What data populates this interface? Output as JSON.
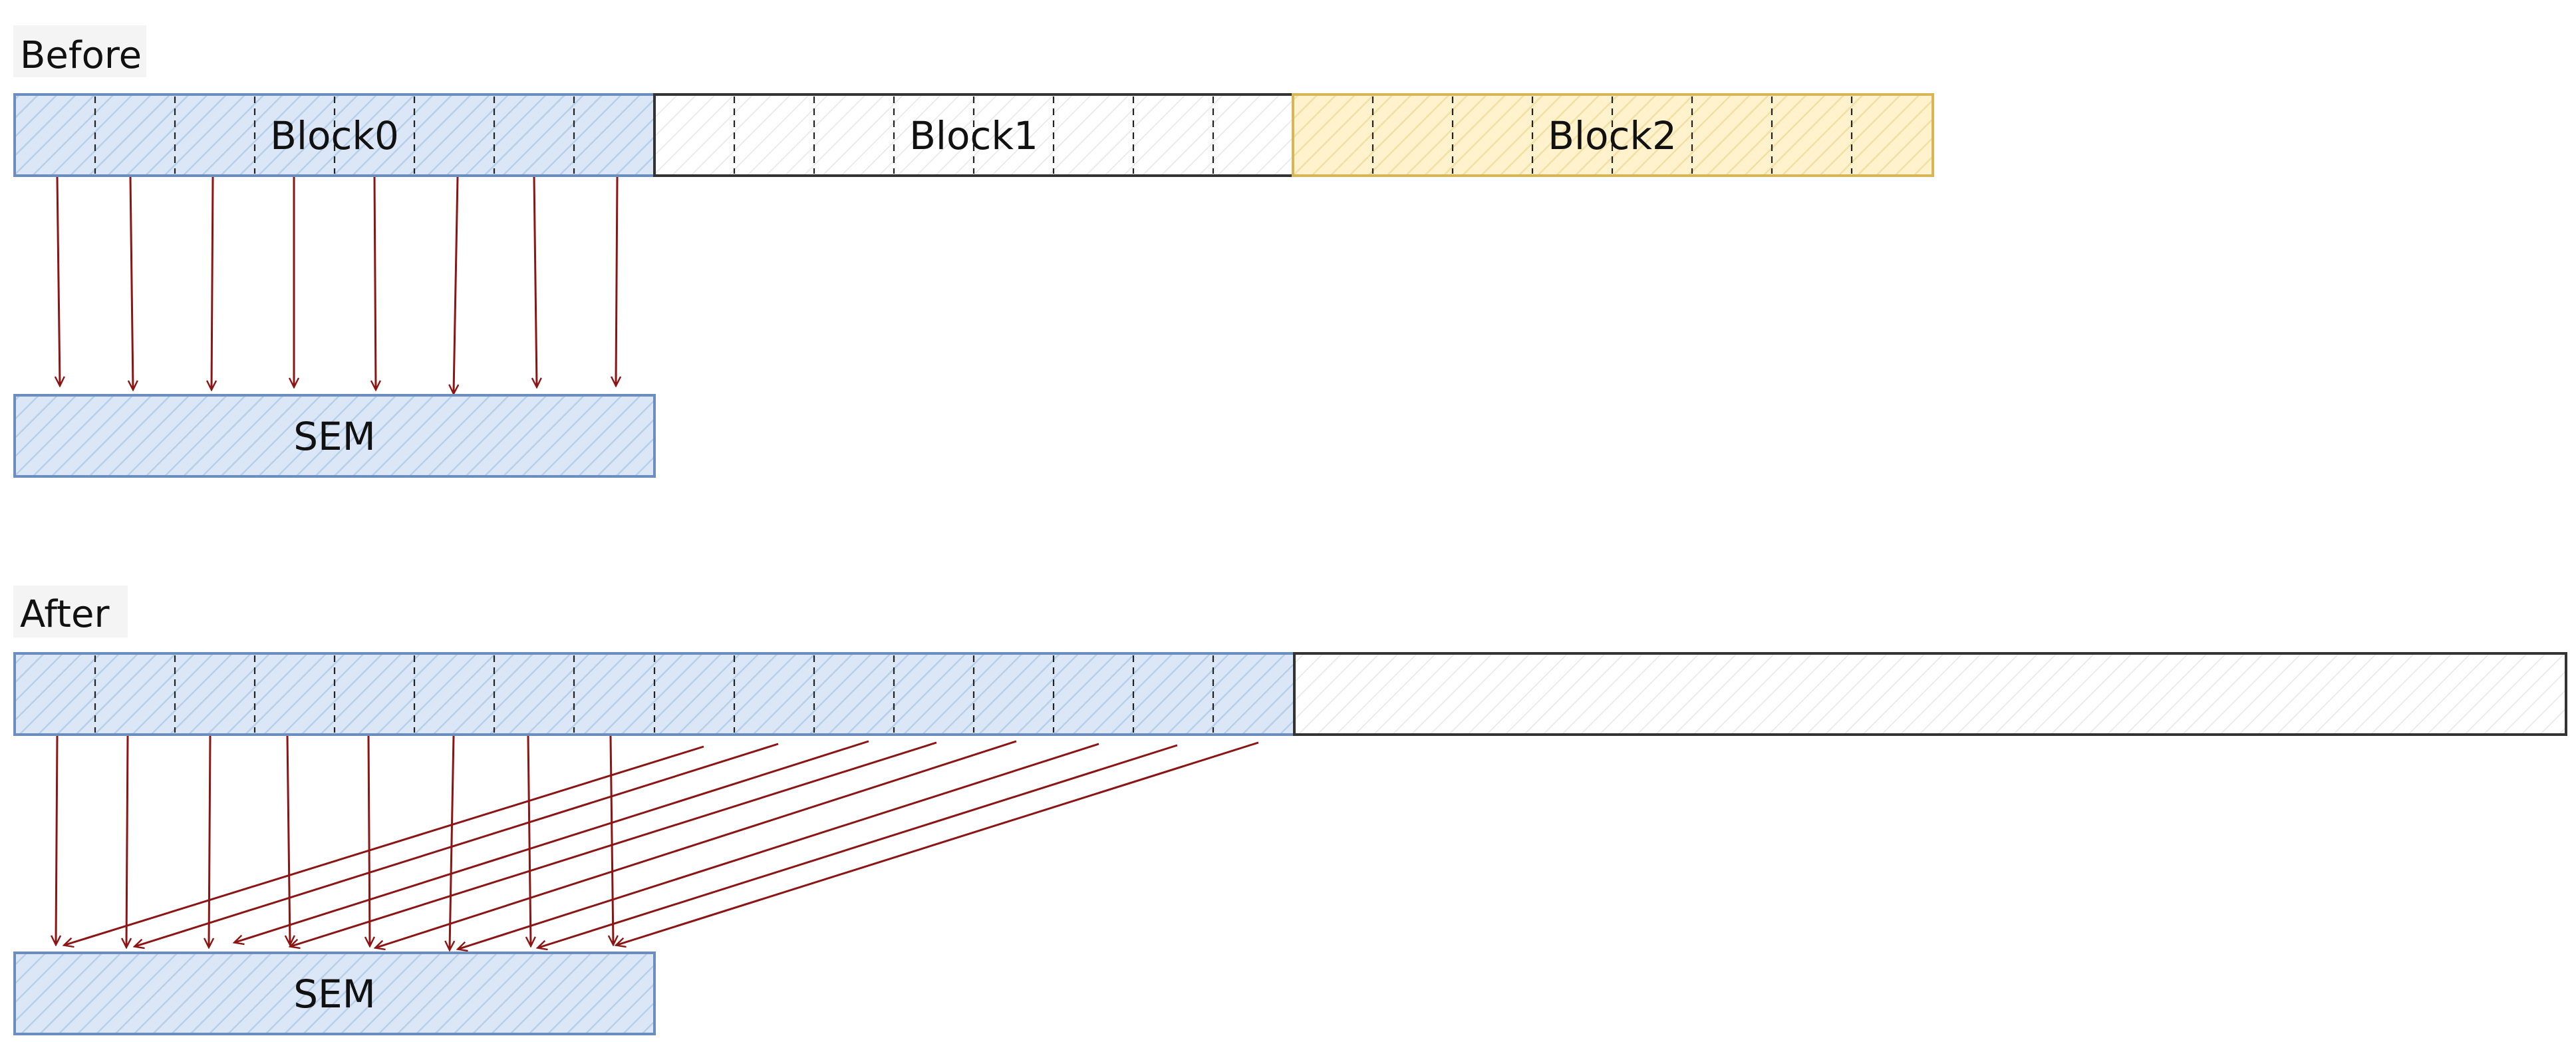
{
  "diagram": {
    "before": {
      "section_label": "Before",
      "blocks": [
        {
          "label": "Block0",
          "fill": "#dbe7f6",
          "stroke": "#6c8ebf",
          "cells": 8
        },
        {
          "label": "Block1",
          "fill": "#ffffff",
          "stroke": "#333333",
          "cells": 8
        },
        {
          "label": "Block2",
          "fill": "#fff2cc",
          "stroke": "#d6b656",
          "cells": 8
        }
      ],
      "target": {
        "label": "SEM",
        "fill": "#dbe7f6",
        "stroke": "#6c8ebf"
      },
      "arrow_count": 8
    },
    "after": {
      "section_label": "After",
      "merged_block": {
        "fill": "#dbe7f6",
        "stroke": "#6c8ebf",
        "cells": 16
      },
      "remaining_block": {
        "fill": "#ffffff",
        "stroke": "#333333"
      },
      "target": {
        "label": "SEM",
        "fill": "#dbe7f6",
        "stroke": "#6c8ebf"
      },
      "straight_arrow_count": 8,
      "diagonal_arrow_count": 8
    },
    "colors": {
      "arrow": "#8b1414",
      "label_bg": "#f4f4f4",
      "text": "#111111",
      "cell_divider": "#222222"
    }
  }
}
